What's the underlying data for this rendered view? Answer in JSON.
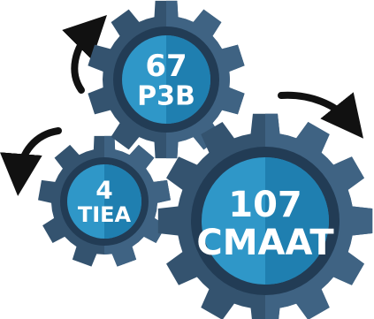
{
  "gears": [
    {
      "id": "p3b",
      "value": "67",
      "label": "P3B"
    },
    {
      "id": "tiea",
      "value": "4",
      "label": "TIEA"
    },
    {
      "id": "cmaat",
      "value": "107",
      "label": "CMAAT"
    }
  ],
  "colors": {
    "gear_dark": "#34536f",
    "gear_mid": "#3f6383",
    "ring": "#223c55",
    "inner_light": "#2f97c8",
    "inner_dark": "#1f7fb0",
    "arrow": "#111111",
    "text": "#ffffff"
  },
  "icons": [
    "curved-arrow-icon",
    "gear-icon"
  ]
}
